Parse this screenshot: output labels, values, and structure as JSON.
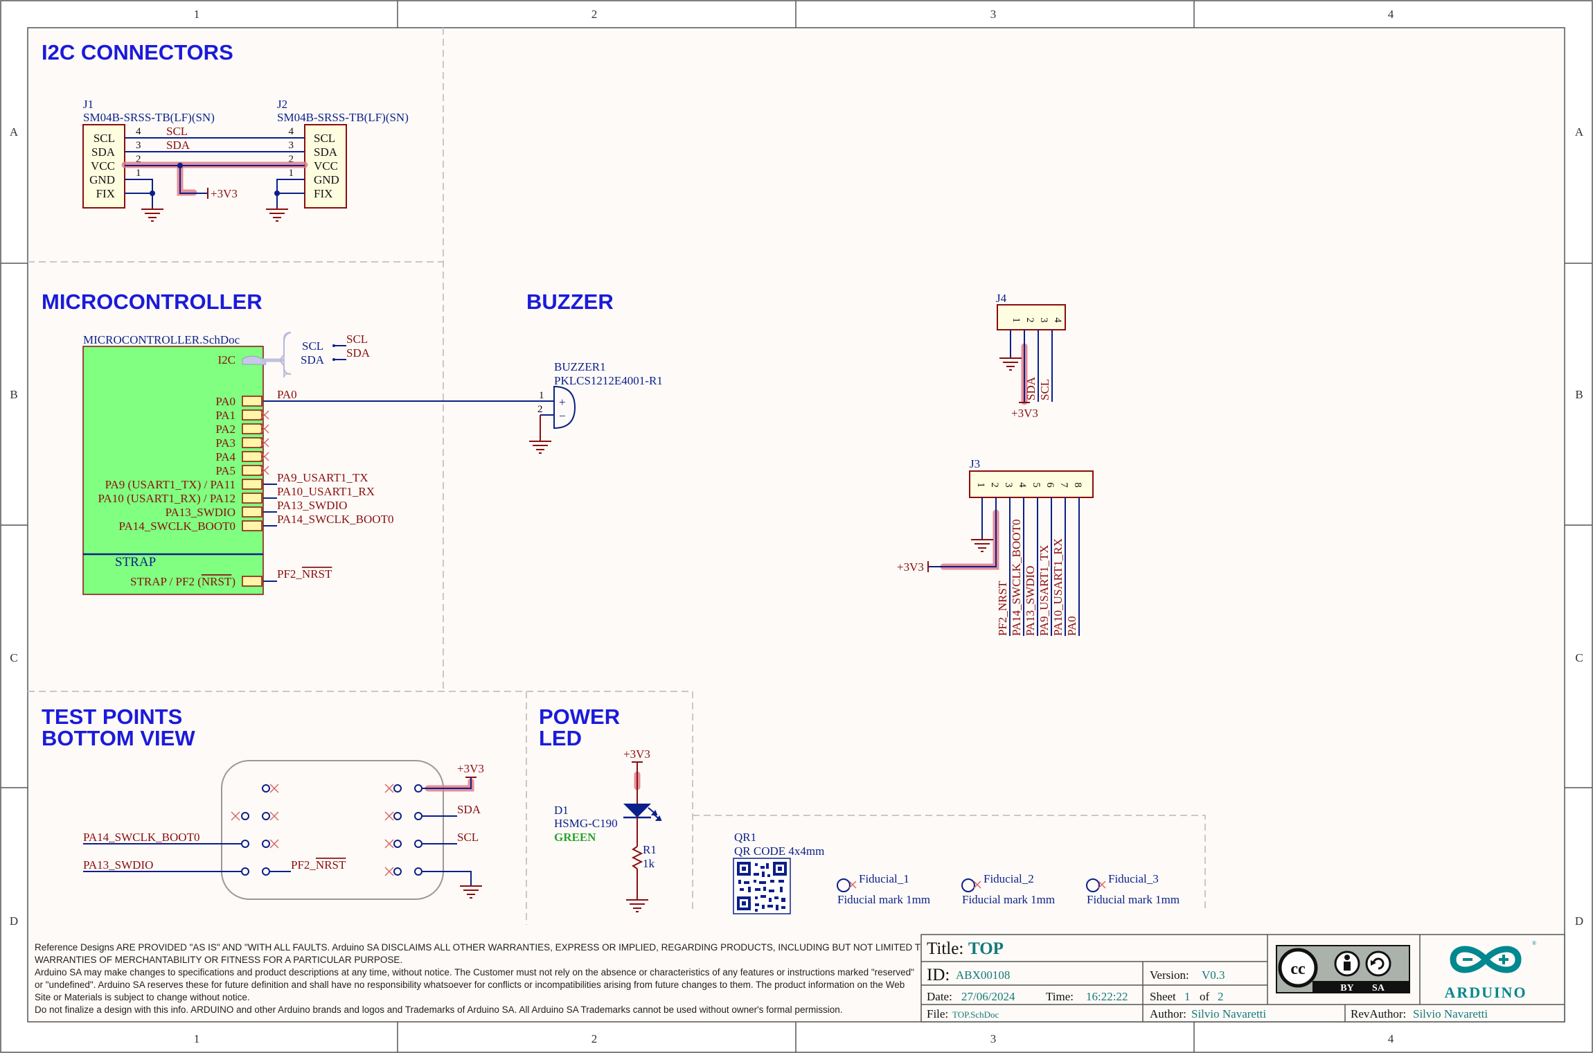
{
  "frame": {
    "columns": [
      "1",
      "2",
      "3",
      "4"
    ],
    "rows": [
      "A",
      "B",
      "C",
      "D"
    ]
  },
  "sections": {
    "i2c": "I2C CONNECTORS",
    "mcu": "MICROCONTROLLER",
    "buzzer": "BUZZER",
    "tp_line1": "TEST POINTS",
    "tp_line2": "BOTTOM VIEW",
    "power_line1": "POWER",
    "power_line2": "LED"
  },
  "i2c_connectors": {
    "j1": {
      "ref": "J1",
      "part": "SM04B-SRSS-TB(LF)(SN)",
      "pins": [
        "SCL",
        "SDA",
        "VCC",
        "GND",
        "FIX"
      ],
      "pin_numbers": [
        "4",
        "3",
        "2",
        "1"
      ]
    },
    "j2": {
      "ref": "J2",
      "part": "SM04B-SRSS-TB(LF)(SN)",
      "pins": [
        "SCL",
        "SDA",
        "VCC",
        "GND",
        "FIX"
      ],
      "pin_numbers": [
        "4",
        "3",
        "2",
        "1"
      ]
    },
    "net_scl": "SCL",
    "net_sda": "SDA",
    "power": "+3V3"
  },
  "microcontroller": {
    "sheet": "MICROCONTROLLER.SchDoc",
    "bus_port": "I2C",
    "bus_members": [
      "SCL",
      "SDA"
    ],
    "bus_nets": [
      "SCL",
      "SDA"
    ],
    "ports": [
      "PA0",
      "PA1",
      "PA2",
      "PA3",
      "PA4",
      "PA5",
      "PA9 (USART1_TX) / PA11",
      "PA10 (USART1_RX) / PA12",
      "PA13_SWDIO",
      "PA14_SWCLK_BOOT0"
    ],
    "nets": [
      "PA0",
      "",
      "",
      "",
      "",
      "",
      "PA9_USART1_TX",
      "PA10_USART1_RX",
      "PA13_SWDIO",
      "PA14_SWCLK_BOOT0"
    ],
    "strap_header": "STRAP",
    "strap_port_prefix": "STRAP / PF2 (",
    "strap_port_bar": "NRST",
    "strap_port_suffix": ")",
    "strap_net_prefix": "PF2_",
    "strap_net_bar": "NRST"
  },
  "buzzer": {
    "ref": "BUZZER1",
    "part": "PKLCS1212E4001-R1",
    "pin1": "1",
    "pin2": "2",
    "plus": "+",
    "minus": "−"
  },
  "j4": {
    "ref": "J4",
    "pins": [
      "1",
      "2",
      "3",
      "4"
    ],
    "nets": [
      "SDA",
      "SCL"
    ],
    "power": "+3V3"
  },
  "j3": {
    "ref": "J3",
    "pins": [
      "1",
      "2",
      "3",
      "4",
      "5",
      "6",
      "7",
      "8"
    ],
    "nets": [
      "PF2_NRST",
      "PA14_SWCLK_BOOT0",
      "PA13_SWDIO",
      "PA9_USART1_TX",
      "PA10_USART1_RX",
      "PA0"
    ],
    "power": "+3V3"
  },
  "test_points": {
    "power": "+3V3",
    "sda": "SDA",
    "scl": "SCL",
    "swclk": "PA14_SWCLK_BOOT0",
    "swdio": "PA13_SWDIO",
    "nrst_prefix": "PF2_",
    "nrst_bar": "NRST"
  },
  "power_led": {
    "power": "+3V3",
    "led_ref": "D1",
    "led_part": "HSMG-C190",
    "led_color": "GREEN",
    "res_ref": "R1",
    "res_value": "1k"
  },
  "misc": {
    "qr_ref": "QR1",
    "qr_part": "QR CODE 4x4mm",
    "fiducials": [
      {
        "ref": "Fiducial_1",
        "desc": "Fiducial mark 1mm"
      },
      {
        "ref": "Fiducial_2",
        "desc": "Fiducial mark 1mm"
      },
      {
        "ref": "Fiducial_3",
        "desc": "Fiducial mark 1mm"
      }
    ]
  },
  "disclaimer": [
    "Reference Designs ARE PROVIDED \"AS IS\" AND \"WITH ALL FAULTS. Arduino SA DISCLAIMS ALL OTHER WARRANTIES, EXPRESS OR IMPLIED, REGARDING PRODUCTS, INCLUDING BUT NOT LIMITED TO, ANY IMPLIED",
    "WARRANTIES OF MERCHANTABILITY OR FITNESS FOR A PARTICULAR PURPOSE.",
    "Arduino SA may make changes to specifications and product descriptions at any time, without notice. The Customer must not rely on the absence or characteristics of any features or instructions marked \"reserved\"",
    "or \"undefined\". Arduino SA reserves these for future definition and shall have no responsibility whatsoever for conflicts or incompatibilities arising from future changes to them. The product information on the Web",
    "Site or Materials is subject to change without notice.",
    "Do not finalize a design with this info. ARDUINO and other Arduino brands and logos and Trademarks of Arduino SA. All Arduino SA Trademarks cannot be used without owner's formal permission."
  ],
  "title_block": {
    "title_label": "Title:",
    "title": "TOP",
    "id_label": "ID:",
    "id": "ABX00108",
    "version_label": "Version:",
    "version": "V0.3",
    "date_label": "Date:",
    "date": "27/06/2024",
    "time_label": "Time:",
    "time": "16:22:22",
    "sheet_label": "Sheet",
    "sheet": "1",
    "of_label": "of",
    "sheets": "2",
    "file_label": "File:",
    "file": "TOP.SchDoc",
    "author_label": "Author:",
    "author": "Silvio Navaretti",
    "revauthor_label": "RevAuthor:",
    "revauthor": "Silvio Navaretti",
    "license_by": "BY",
    "license_sa": "SA",
    "brand": "ARDUINO"
  },
  "colors": {
    "section_title": "#1a1adb",
    "wire": "#0b1f8a",
    "net_label": "#8b0d0d",
    "highlight": "#e07b8a",
    "sheet_symbol": "#80ff80",
    "title_value": "#127a7a",
    "arduino_teal": "#00878f"
  }
}
